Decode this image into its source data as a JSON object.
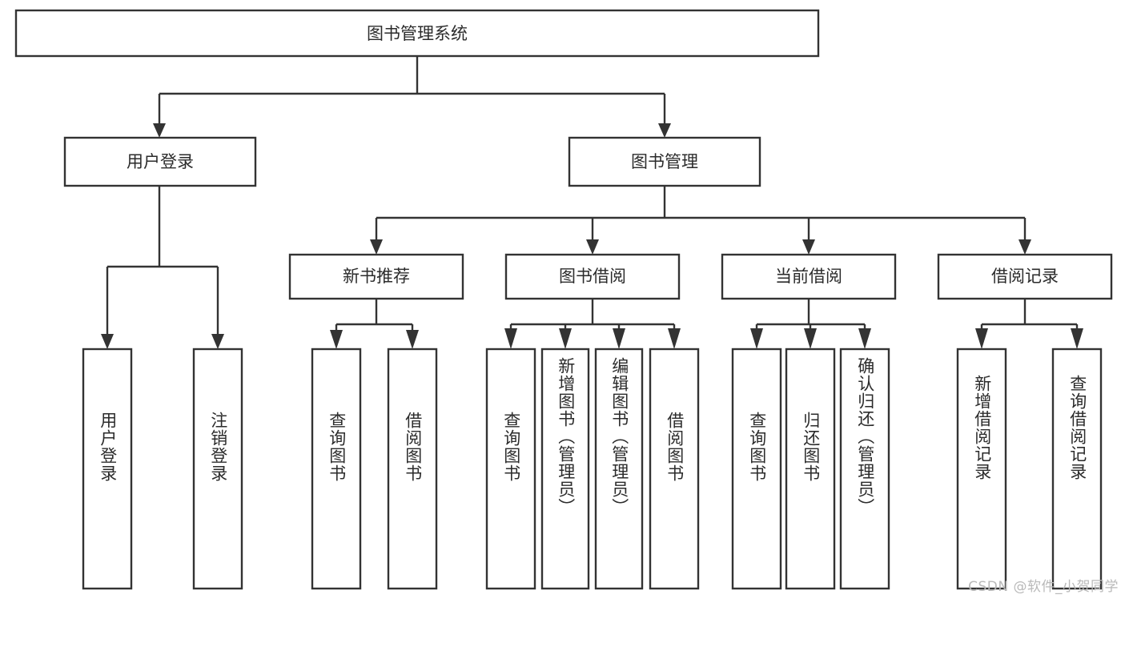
{
  "diagram": {
    "type": "tree-hierarchy",
    "root": {
      "id": "root",
      "label": "图书管理系统",
      "orientation": "horizontal"
    },
    "level1": [
      {
        "id": "user-login",
        "label": "用户登录",
        "orientation": "horizontal"
      },
      {
        "id": "book-manage",
        "label": "图书管理",
        "orientation": "horizontal"
      }
    ],
    "level2": [
      {
        "id": "new-book-recommend",
        "label": "新书推荐",
        "parent": "book-manage",
        "orientation": "horizontal"
      },
      {
        "id": "book-borrow",
        "label": "图书借阅",
        "parent": "book-manage",
        "orientation": "horizontal"
      },
      {
        "id": "current-borrow",
        "label": "当前借阅",
        "parent": "book-manage",
        "orientation": "horizontal"
      },
      {
        "id": "borrow-record",
        "label": "借阅记录",
        "parent": "book-manage",
        "orientation": "horizontal"
      }
    ],
    "leaves": [
      {
        "id": "leaf-user-login",
        "label": "用户登录",
        "parent": "user-login",
        "orientation": "vertical"
      },
      {
        "id": "leaf-user-logout",
        "label": "注销登录",
        "parent": "user-login",
        "orientation": "vertical"
      },
      {
        "id": "leaf-query-book-1",
        "label": "查询图书",
        "parent": "new-book-recommend",
        "orientation": "vertical"
      },
      {
        "id": "leaf-borrow-book-1",
        "label": "借阅图书",
        "parent": "new-book-recommend",
        "orientation": "vertical"
      },
      {
        "id": "leaf-query-book-2",
        "label": "查询图书",
        "parent": "book-borrow",
        "orientation": "vertical"
      },
      {
        "id": "leaf-add-book",
        "label": "新增图书（管理员）",
        "parent": "book-borrow",
        "orientation": "vertical"
      },
      {
        "id": "leaf-edit-book",
        "label": "编辑图书（管理员）",
        "parent": "book-borrow",
        "orientation": "vertical"
      },
      {
        "id": "leaf-borrow-book-2",
        "label": "借阅图书",
        "parent": "book-borrow",
        "orientation": "vertical"
      },
      {
        "id": "leaf-query-book-3",
        "label": "查询图书",
        "parent": "current-borrow",
        "orientation": "vertical"
      },
      {
        "id": "leaf-return-book",
        "label": "归还图书",
        "parent": "current-borrow",
        "orientation": "vertical"
      },
      {
        "id": "leaf-confirm-return",
        "label": "确认归还（管理员）",
        "parent": "current-borrow",
        "orientation": "vertical"
      },
      {
        "id": "leaf-add-record",
        "label": "新增借阅记录",
        "parent": "borrow-record",
        "orientation": "vertical"
      },
      {
        "id": "leaf-query-record",
        "label": "查询借阅记录",
        "parent": "borrow-record",
        "orientation": "vertical"
      }
    ],
    "colors": {
      "stroke": "#333333",
      "fill": "#ffffff",
      "text": "#2b2b2b",
      "background": "#ffffff",
      "watermark": "#b9b9b9"
    }
  },
  "watermark": {
    "text": "CSDN @软件_小贺同学"
  }
}
